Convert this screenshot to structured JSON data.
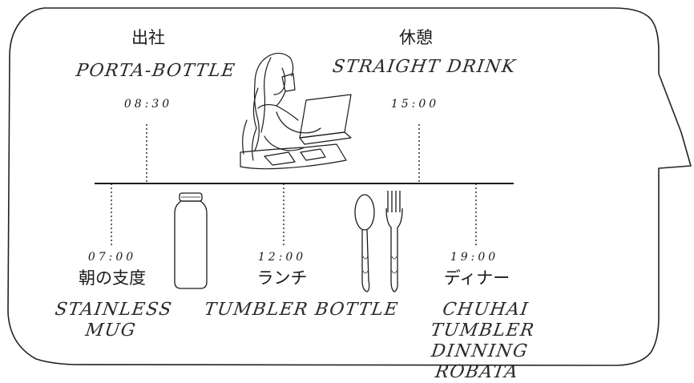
{
  "timeline": {
    "top_events": [
      {
        "time": "08:30",
        "title_jp": "出社",
        "product": "PORTA-BOTTLE"
      },
      {
        "time": "15:00",
        "title_jp": "休憩",
        "product": "STRAIGHT DRINK"
      }
    ],
    "bottom_events": [
      {
        "time": "07:00",
        "title_jp": "朝の支度",
        "product_lines": [
          "STAINLESS",
          "MUG"
        ]
      },
      {
        "time": "12:00",
        "title_jp": "ランチ",
        "product_lines": [
          "TUMBLER BOTTLE"
        ]
      },
      {
        "time": "19:00",
        "title_jp": "ディナー",
        "product_lines": [
          "CHUHAI TUMBLER",
          "DINNING ROBATA"
        ]
      }
    ]
  },
  "illustrations": {
    "woman": "woman-drinking-laptop-illustration",
    "bottle": "bottle-icon",
    "spoon": "spoon-icon",
    "fork": "fork-icon"
  },
  "colors": {
    "ink": "#1a1a1a",
    "background": "#ffffff"
  }
}
